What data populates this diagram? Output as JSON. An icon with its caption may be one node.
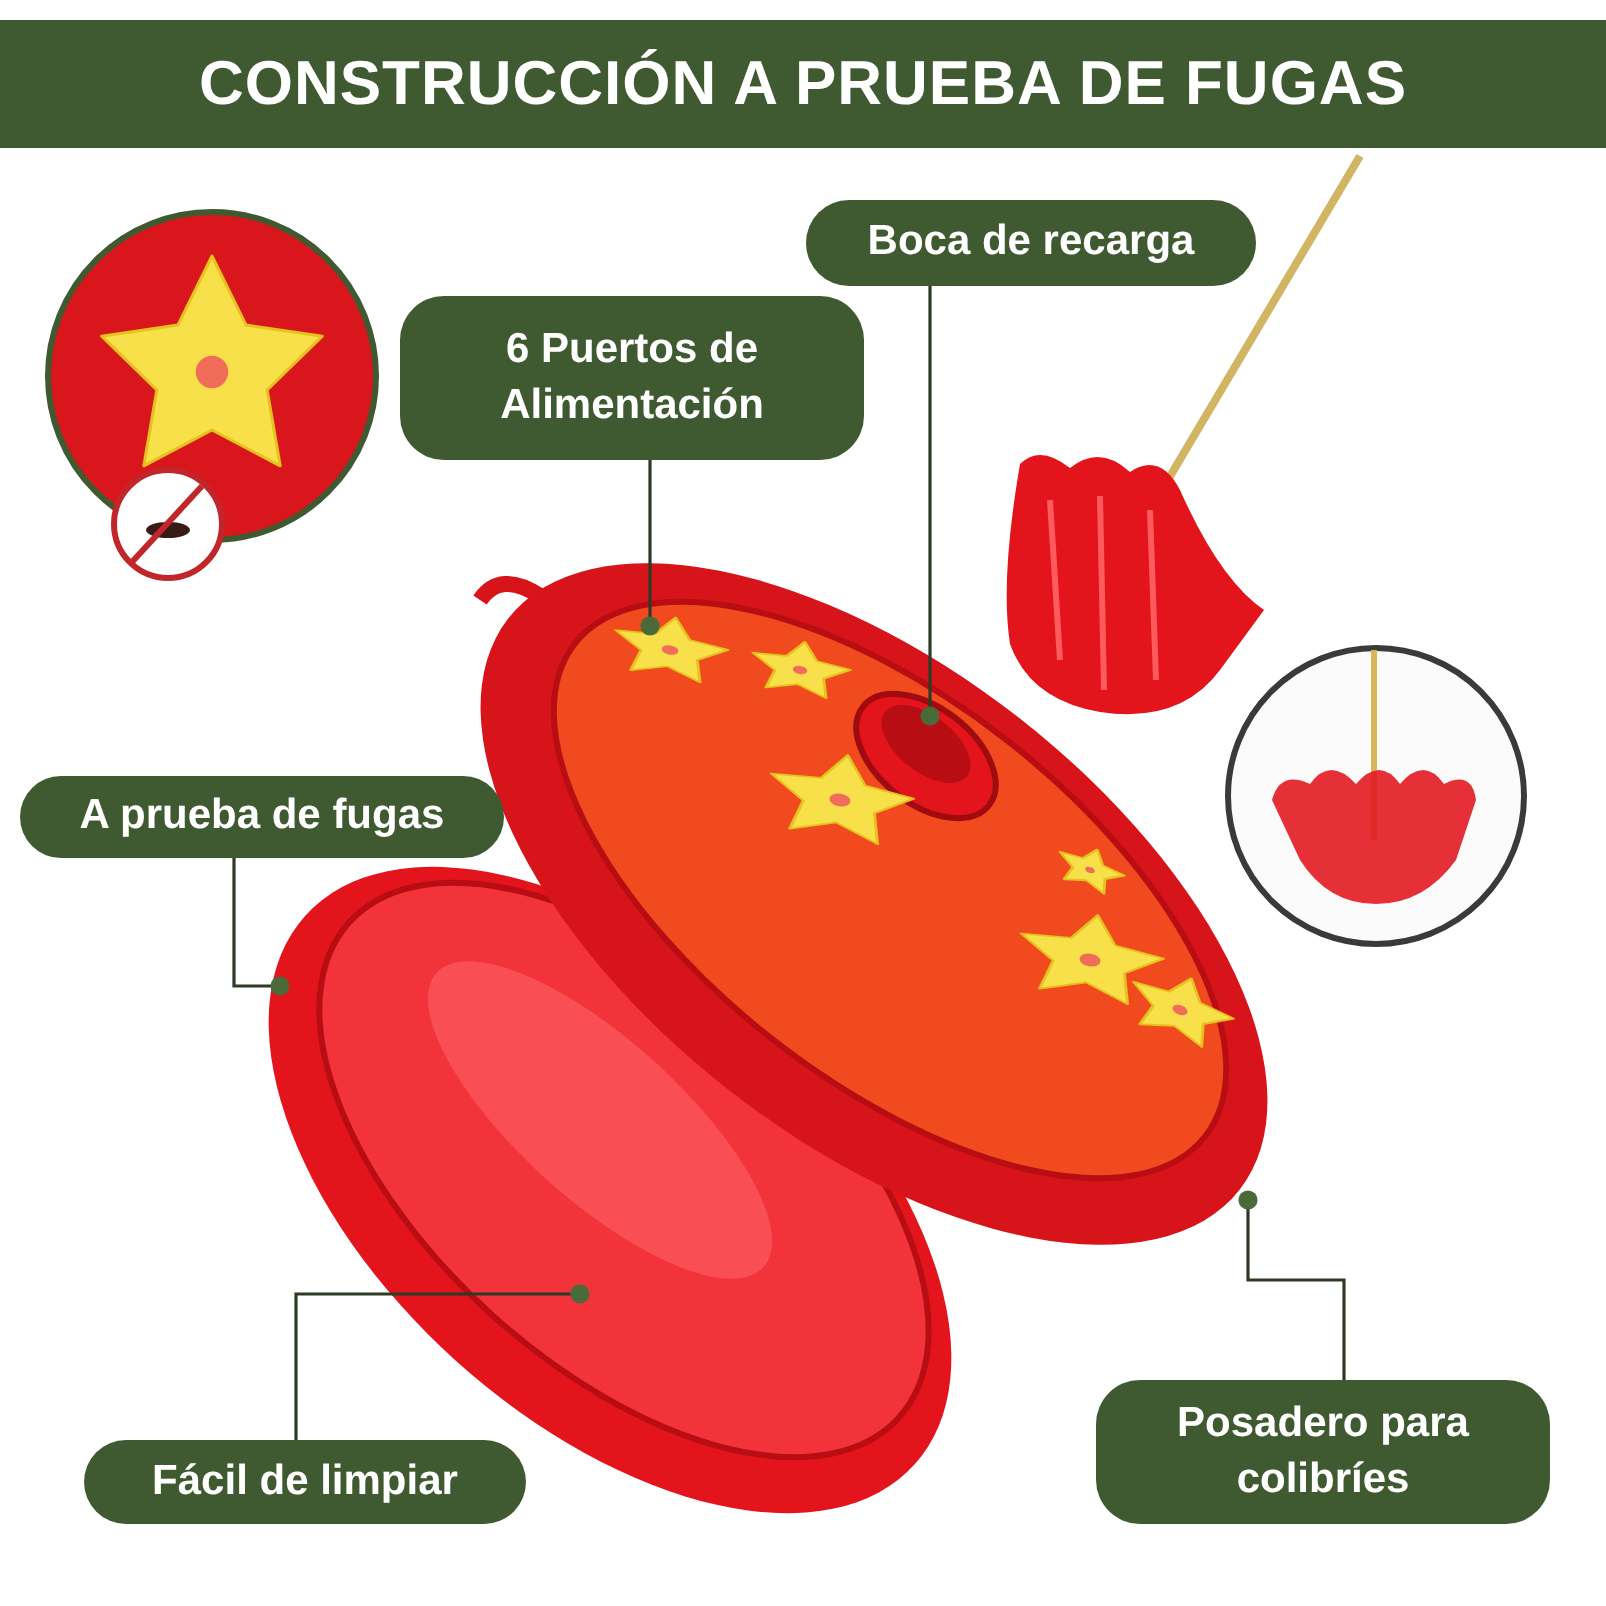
{
  "diagram": {
    "title": "CONSTRUCCIÓN A PRUEBA DE FUGAS",
    "nodes": [
      {
        "text": [
          "6 Puertos de Alimentación"
        ]
      },
      {
        "text": [
          "Boca de recarga"
        ]
      },
      {
        "text": [
          "A prueba de fugas"
        ]
      },
      {
        "text": [
          "Fácil de limpiar"
        ]
      },
      {
        "text": [
          "Posadero para colibríes"
        ]
      }
    ],
    "edges": [
      {
        "from": 0,
        "to": null,
        "arrow": "other"
      },
      {
        "from": 1,
        "to": null,
        "arrow": "other"
      },
      {
        "from": 2,
        "to": null,
        "arrow": "other"
      },
      {
        "from": 3,
        "to": null,
        "arrow": "other"
      },
      {
        "from": 4,
        "to": null,
        "arrow": "other"
      }
    ]
  }
}
